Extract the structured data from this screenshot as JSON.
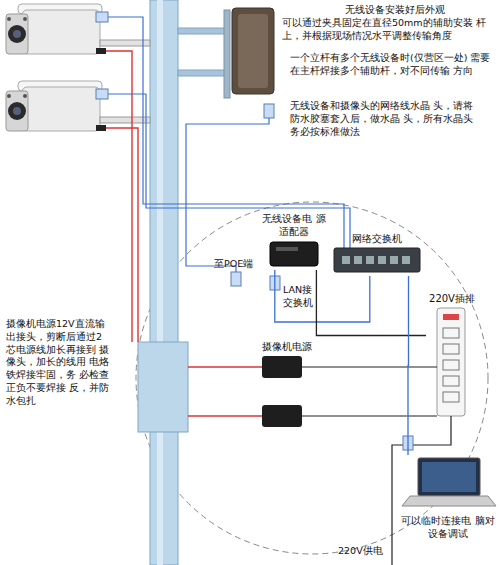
{
  "diagram": {
    "nodes": [
      {
        "text": [
          "无线设备电 源适配器"
        ]
      },
      {
        "text": [
          "网络交换机"
        ]
      },
      {
        "text": [
          "220V插排"
        ]
      },
      {
        "text": [
          "可以临时连接电 脑对设备调试"
        ]
      }
    ],
    "edges": [
      {
        "from": 0,
        "to": 1,
        "arrow": "none"
      },
      {
        "from": 2,
        "to": 0,
        "arrow": "none"
      },
      {
        "from": 1,
        "to": 3,
        "arrow": "none"
      }
    ],
    "labels": [
      "无线设备安装好后外观",
      "可以通过夹具固定在直径50mm的辅助安装 杆上，并根据现场情况水平调整传输角度",
      "一个立杆有多个无线设备时(仅营区一处) 需要在主杆焊接多个辅助杆，对不同传输 方向",
      "无线设备和摄像头的网络线水晶 头，请将防水胶塞套入后，做水晶 头，所有水晶头务必按标准做法",
      "至POE端",
      "LAN接 交换机",
      "摄像机电源",
      "摄像机电源12V直流输 出接头，剪断后通过2 芯电源线加长再接到 摄像头，加长的线用 电烙铁焊接牢固，务 必检查正负不要焊接 反，并防水包扎",
      "220V供电"
    ]
  }
}
